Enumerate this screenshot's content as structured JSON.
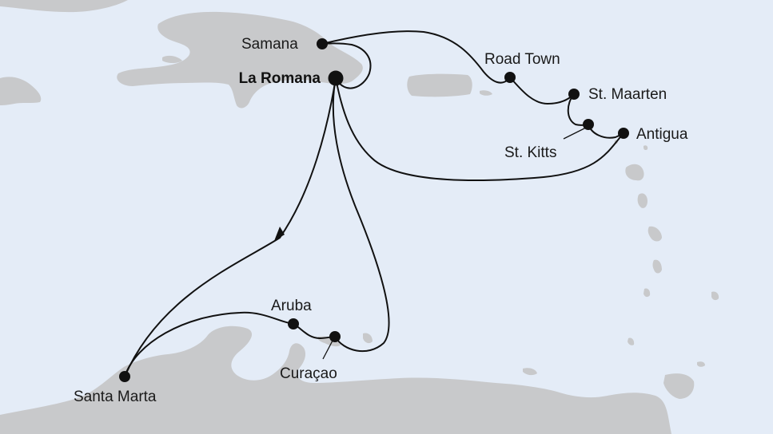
{
  "map": {
    "colors": {
      "water": "#e4ecf7",
      "land": "#c8c9cb",
      "route": "#111111"
    },
    "ports": {
      "la_romana": "La Romana",
      "samana": "Samana",
      "road_town": "Road Town",
      "st_maarten": "St. Maarten",
      "st_kitts": "St. Kitts",
      "antigua": "Antigua",
      "aruba": "Aruba",
      "curacao": "Curaçao",
      "santa_marta": "Santa Marta"
    }
  }
}
